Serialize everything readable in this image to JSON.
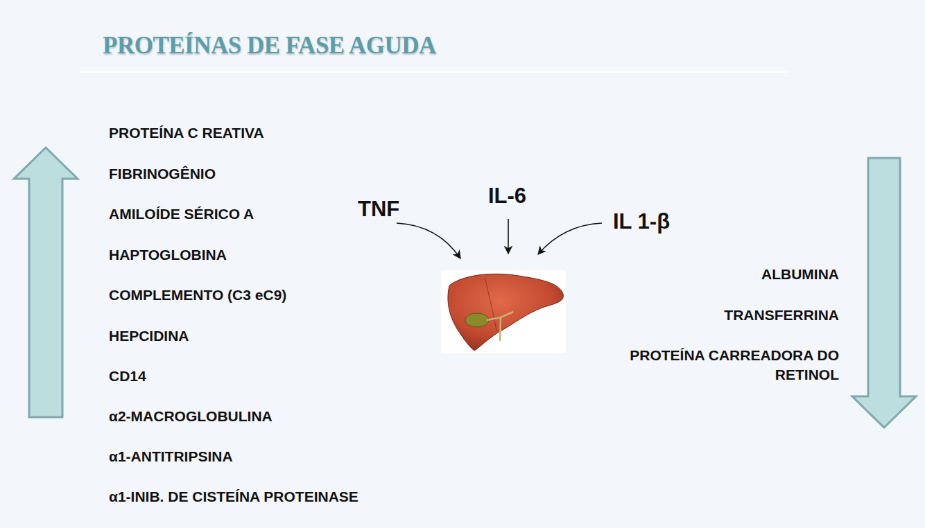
{
  "diagram": {
    "title": "PROTEÍNAS DE FASE AGUDA",
    "labels": [
      "PROTEÍNA C REATIVA",
      "FIBRINOGÊNIO",
      "AMILOÍDE SÉRICO A",
      "HAPTOGLOBINA",
      "COMPLEMENTO (C3 eC9)",
      "HEPCIDINA",
      "CD14",
      "α2-MACROGLOBULINA",
      "α1-ANTITRIPSINA",
      "α1-INIB. DE CISTEÍNA PROTEINASE",
      "TNF",
      "IL-6",
      "IL 1-β",
      "ALBUMINA",
      "TRANSFERRINA",
      "PROTEÍNA CARREADORA DO RETINOL"
    ]
  }
}
